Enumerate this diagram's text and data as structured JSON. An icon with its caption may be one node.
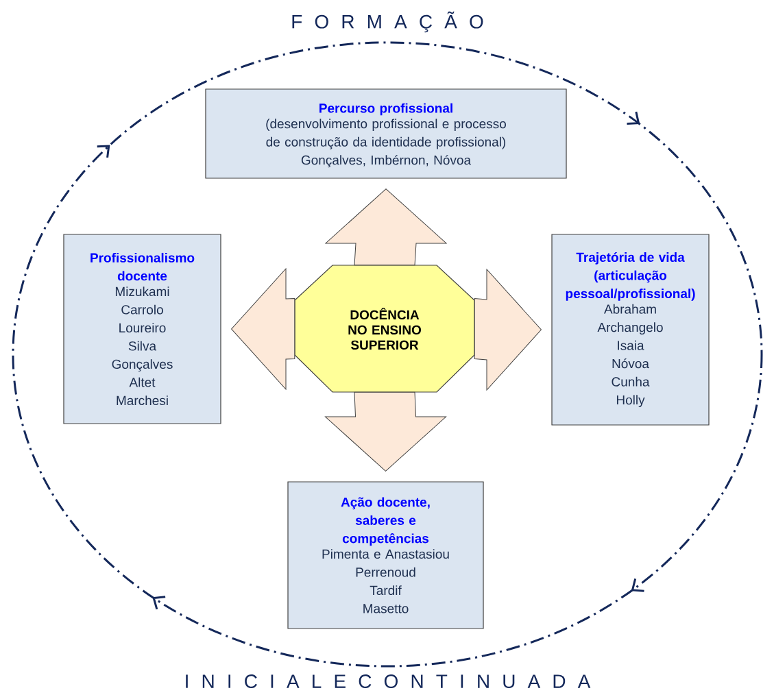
{
  "diagram": {
    "nodes": [
      {
        "text": [
          "DOCÊNCIA NO ENSINO SUPERIOR"
        ]
      },
      {
        "text": [
          "Percurso profissional",
          "(desenvolvimento profissional e processo de construção da identidade profissional)",
          "Gonçalves, Imbérnon, Nóvoa"
        ]
      },
      {
        "text": [
          "Profissionalismo docente",
          "Mizukami",
          "Carrolo",
          "Loureiro",
          "Silva",
          "Gonçalves",
          "Altet",
          "Marchesi"
        ]
      },
      {
        "text": [
          "Trajetória de vida (articulação pessoal/profissional)",
          "Abraham",
          "Archangelo",
          "Isaia",
          "Nóvoa",
          "Cunha",
          "Holly"
        ]
      },
      {
        "text": [
          "Ação docente, saberes e competências",
          "Pimenta e Anastasiou",
          "Perrenoud",
          "Tardif",
          "Masetto"
        ]
      }
    ],
    "edges": [
      {
        "from": 0,
        "to": 1,
        "arrow": "to"
      },
      {
        "from": 0,
        "to": 2,
        "arrow": "to"
      },
      {
        "from": 0,
        "to": 3,
        "arrow": "to"
      },
      {
        "from": 0,
        "to": 4,
        "arrow": "to"
      }
    ],
    "labels": [
      "F O R M A Ç Ã O",
      "I N I C I A L  E  C O N T I N U A D A"
    ]
  }
}
